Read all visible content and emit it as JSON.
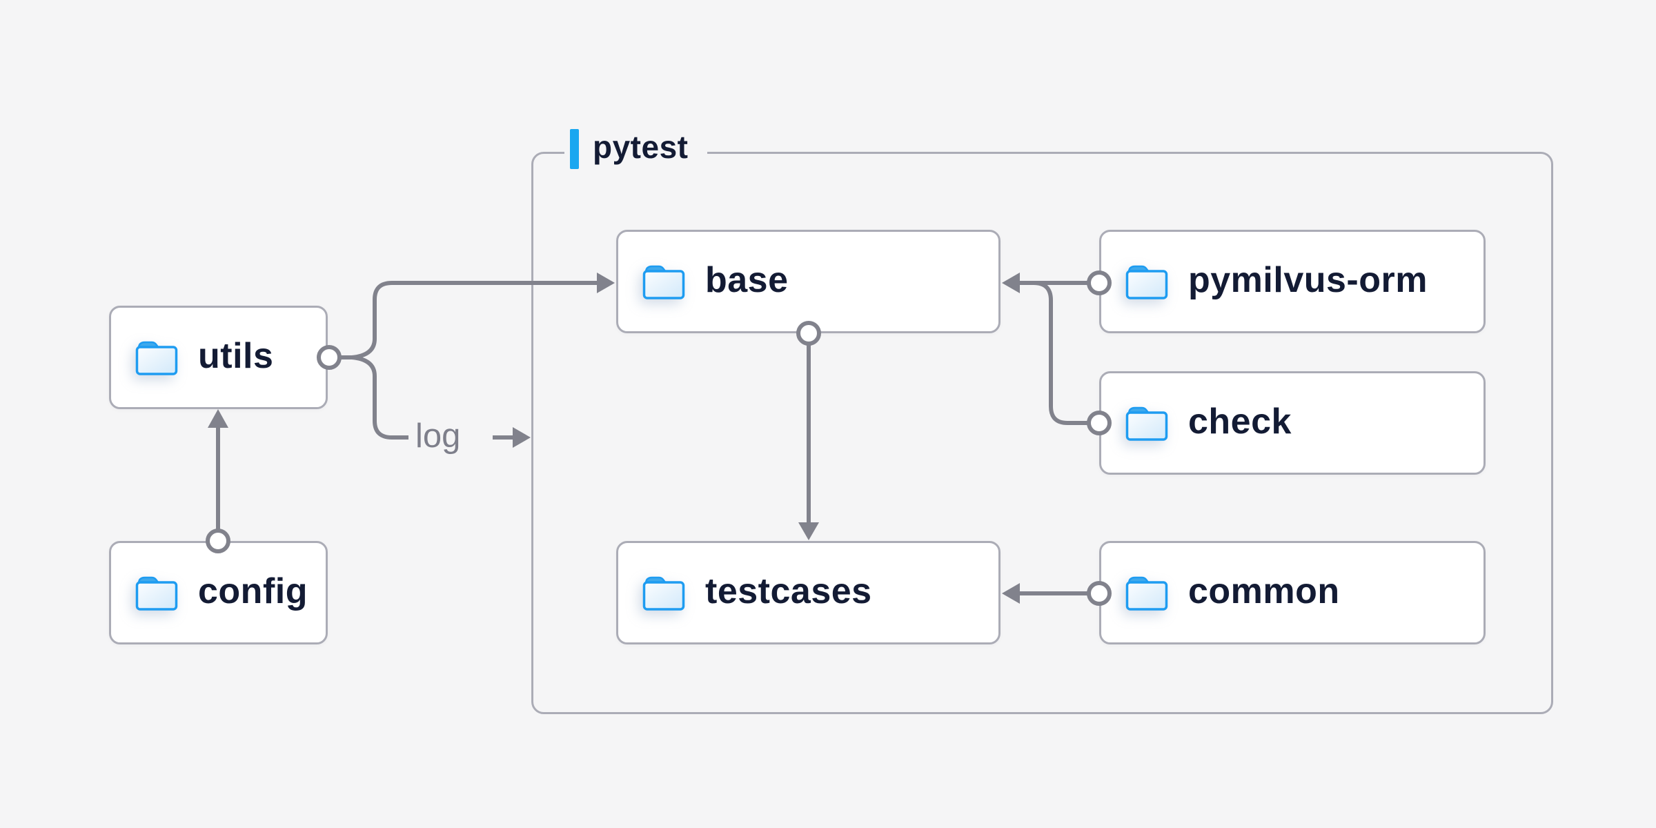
{
  "diagram": {
    "group": {
      "title": "pytest"
    },
    "nodes": {
      "utils": {
        "label": "utils"
      },
      "config": {
        "label": "config"
      },
      "base": {
        "label": "base"
      },
      "pymilvus_orm": {
        "label": "pymilvus-orm"
      },
      "check": {
        "label": "check"
      },
      "testcases": {
        "label": "testcases"
      },
      "common": {
        "label": "common"
      }
    },
    "edges": {
      "config_to_utils": {
        "from": "config",
        "to": "utils"
      },
      "utils_to_base": {
        "from": "utils",
        "to": "base"
      },
      "utils_to_pytest_log": {
        "from": "utils",
        "to": "pytest",
        "label": "log"
      },
      "base_to_testcases": {
        "from": "base",
        "to": "testcases"
      },
      "pymilvus_orm_to_base": {
        "from": "pymilvus-orm",
        "to": "base"
      },
      "check_to_base": {
        "from": "check",
        "to": "base"
      },
      "common_to_testcases": {
        "from": "common",
        "to": "testcases"
      }
    },
    "icons": {
      "node_icon": "folder-icon",
      "group_accent": "accent-bar-icon"
    },
    "colors": {
      "background": "#f5f5f6",
      "node_background": "#ffffff",
      "border_gray": "#abacb6",
      "connector_gray": "#81828c",
      "text_dark": "#131b34",
      "edge_label_gray": "#7e7f8b",
      "accent_blue": "#1aa7f0",
      "folder_stroke_blue": "#1e9cf1",
      "folder_tab_blue": "#3fa9ec",
      "folder_fill_light": "#e9f4fc"
    }
  }
}
